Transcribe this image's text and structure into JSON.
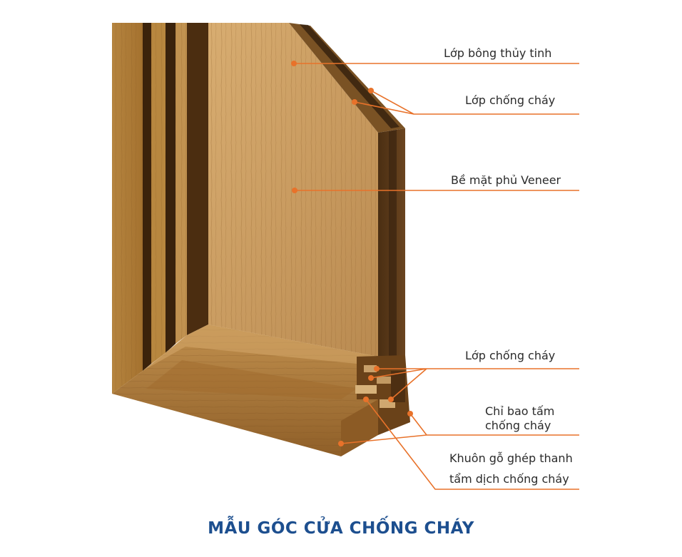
{
  "labels": {
    "glass_wool": "Lớp bông thủy tinh",
    "fireproof_top": "Lớp chống cháy",
    "veneer": "Bề mặt phủ Veneer",
    "fireproof_bottom": "Lớp chống cháy",
    "trim_line1": "Chỉ bao tấm",
    "trim_line2": "chống cháy",
    "frame_line1": "Khuôn gỗ ghép thanh",
    "frame_line2": "tẩm dịch chống cháy"
  },
  "caption": "MẪU GÓC CỬA CHỐNG CHÁY",
  "colors": {
    "leader": "#e8722a",
    "caption": "#1d4f8f",
    "wood_light": "#c79a5c",
    "wood_mid": "#a97438",
    "wood_dark": "#5b3a1a"
  }
}
